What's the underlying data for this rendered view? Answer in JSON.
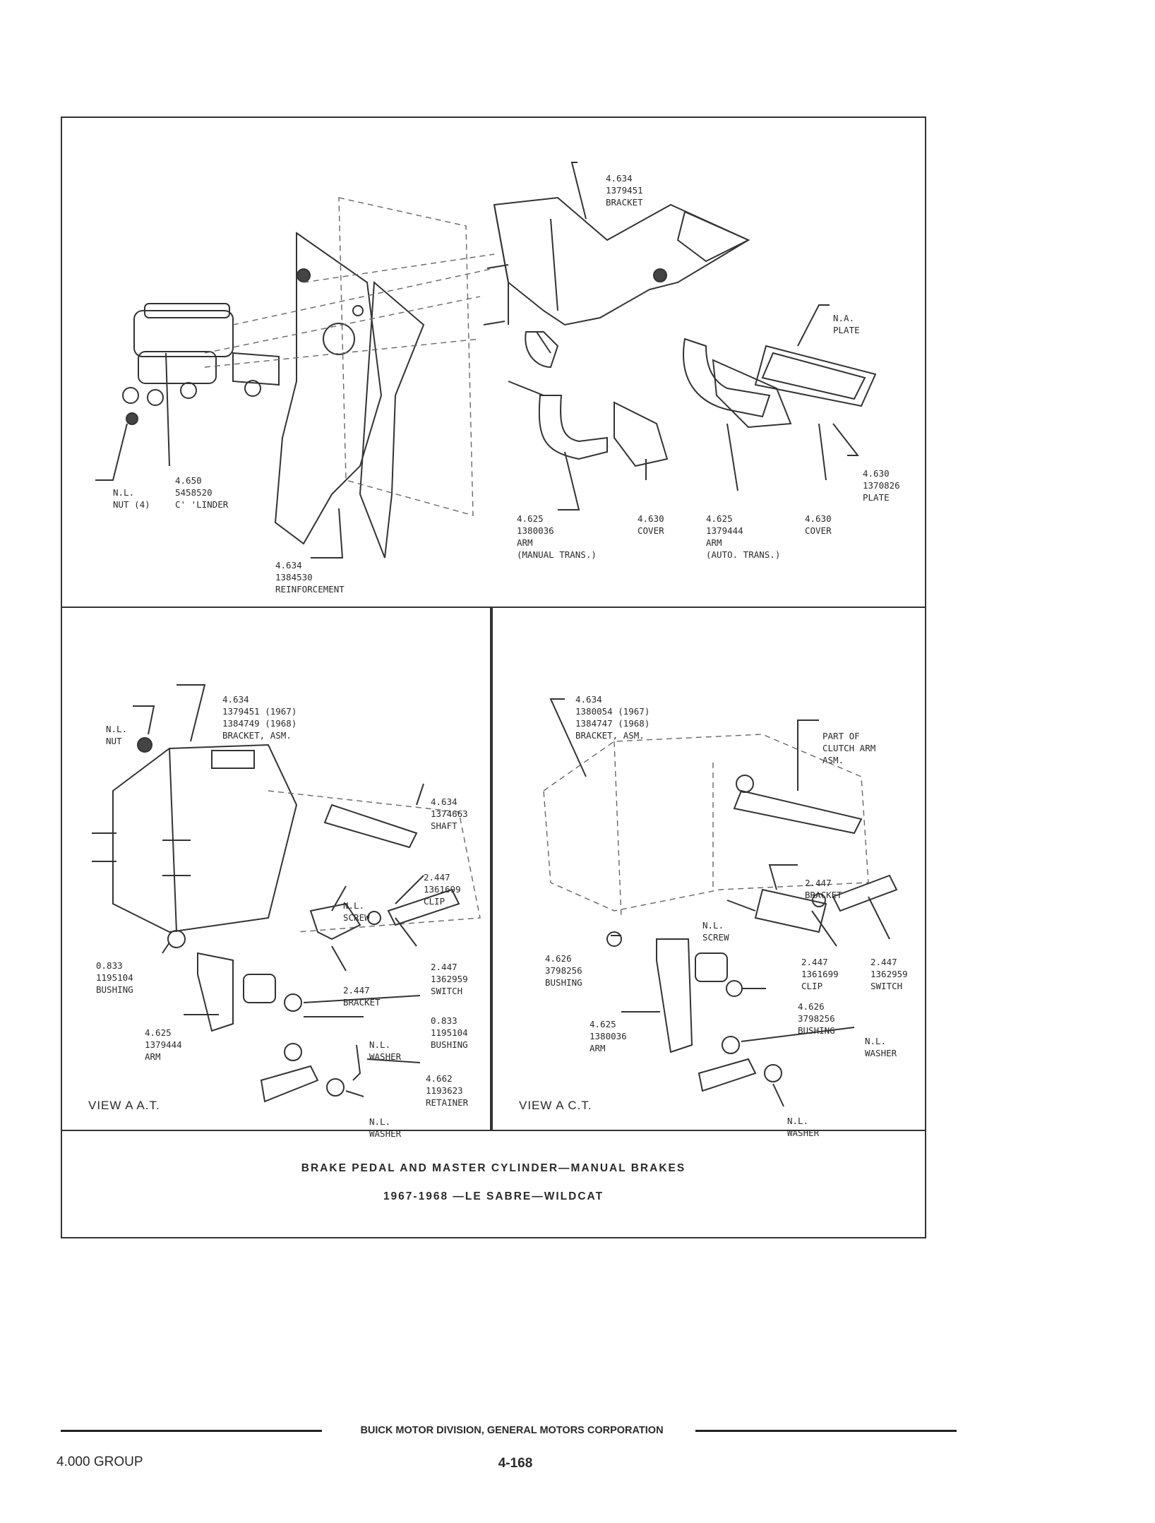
{
  "main_view": {
    "labels": {
      "bracket_top": [
        "4.634",
        "1379451",
        "BRACKET"
      ],
      "na_plate": [
        "N.A.",
        "PLATE"
      ],
      "plate": [
        "4.630",
        "1370826",
        "PLATE"
      ],
      "nl_nut": [
        "N.L.",
        "NUT (4)"
      ],
      "cylinder": [
        "4.650",
        "5458520",
        "C' 'LINDER"
      ],
      "arm_manual": [
        "4.625",
        "1380036",
        "ARM",
        "(MANUAL TRANS.)"
      ],
      "cover_1": [
        "4.630",
        "COVER"
      ],
      "arm_auto": [
        "4.625",
        "1379444",
        "ARM",
        "(AUTO. TRANS.)"
      ],
      "cover_2": [
        "4.630",
        "COVER"
      ],
      "reinforcement": [
        "4.634",
        "1384530",
        "REINFORCEMENT"
      ]
    }
  },
  "view_at": {
    "title": "VIEW A  A.T.",
    "labels": {
      "bracket_asm": [
        "4.634",
        "1379451 (1967)",
        "1384749 (1968)",
        "BRACKET, ASM."
      ],
      "nl_nut": [
        "N.L.",
        "NUT"
      ],
      "shaft": [
        "4.634",
        "1374663",
        "SHAFT"
      ],
      "clip": [
        "2.447",
        "1361699",
        "CLIP"
      ],
      "nl_screw": [
        "N.L.",
        "SCREW"
      ],
      "bushing_left": [
        "0.833",
        "1195104",
        "BUSHING"
      ],
      "switch": [
        "2.447",
        "1362959",
        "SWITCH"
      ],
      "bracket": [
        "2.447",
        "BRACKET"
      ],
      "bushing_right": [
        "0.833",
        "1195104",
        "BUSHING"
      ],
      "arm": [
        "4.625",
        "1379444",
        "ARM"
      ],
      "nl_washer_1": [
        "N.L.",
        "WASHER"
      ],
      "retainer": [
        "4.662",
        "1193623",
        "RETAINER"
      ],
      "nl_washer_2": [
        "N.L.",
        "WASHER"
      ]
    }
  },
  "view_ct": {
    "title": "VIEW A  C.T.",
    "labels": {
      "bracket_asm": [
        "4.634",
        "1380054 (1967)",
        "1384747 (1968)",
        "BRACKET, ASM."
      ],
      "clutch_arm": [
        "PART OF",
        "CLUTCH ARM",
        "ASM."
      ],
      "bracket": [
        "2.447",
        "BRACKET"
      ],
      "nl_screw": [
        "N.L.",
        "SCREW"
      ],
      "bushing_left": [
        "4.626",
        "3798256",
        "BUSHING"
      ],
      "clip": [
        "2.447",
        "1361699",
        "CLIP"
      ],
      "switch": [
        "2.447",
        "1362959",
        "SWITCH"
      ],
      "bushing_right": [
        "4.626",
        "3798256",
        "BUSHING"
      ],
      "arm": [
        "4.625",
        "1380036",
        "ARM"
      ],
      "nl_washer_1": [
        "N.L.",
        "WASHER"
      ],
      "nl_washer_2": [
        "N.L.",
        "WASHER"
      ]
    }
  },
  "caption": {
    "line1": "BRAKE PEDAL AND MASTER CYLINDER—MANUAL BRAKES",
    "line2": "1967-1968  —LE SABRE—WILDCAT"
  },
  "footer": {
    "division": "BUICK MOTOR DIVISION, GENERAL MOTORS CORPORATION",
    "group": "4.000  GROUP",
    "page": "4-168"
  }
}
